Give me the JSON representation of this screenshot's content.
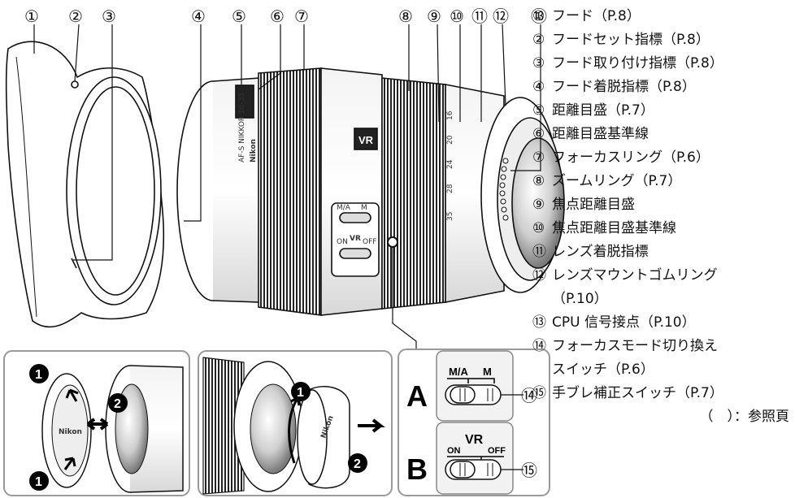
{
  "callouts": [
    "①",
    "②",
    "③",
    "④",
    "⑤",
    "⑥",
    "⑦",
    "⑧",
    "⑨",
    "⑩",
    "⑪",
    "⑫",
    "⑬"
  ],
  "legend": [
    {
      "num": "①",
      "text": "フード（P.8）"
    },
    {
      "num": "②",
      "text": "フードセット指標（P.8）"
    },
    {
      "num": "③",
      "text": "フード取り付け指標（P.8）"
    },
    {
      "num": "④",
      "text": "フード着脱指標（P.8）"
    },
    {
      "num": "⑤",
      "text": "距離目盛（P.7）"
    },
    {
      "num": "⑥",
      "text": "距離目盛基準線"
    },
    {
      "num": "⑦",
      "text": "フォーカスリング（P.6）"
    },
    {
      "num": "⑧",
      "text": "ズームリング（P.7）"
    },
    {
      "num": "⑨",
      "text": "焦点距離目盛"
    },
    {
      "num": "⑩",
      "text": "焦点距離目盛基準線"
    },
    {
      "num": "⑪",
      "text": "レンズ着脱指標"
    },
    {
      "num": "⑫",
      "text": "レンズマウントゴムリング",
      "cont": "（P.10）"
    },
    {
      "num": "⑬",
      "text": "CPU 信号接点（P.10）"
    },
    {
      "num": "⑭",
      "text": "フォーカスモード切り換え",
      "cont": "スイッチ（P.6）"
    },
    {
      "num": "⑮",
      "text": "手ブレ補正スイッチ（P.7）"
    }
  ],
  "reference_note": "（　）：参照頁",
  "switch_panel": {
    "label_a": "A",
    "label_b": "B",
    "focus_left": "M/A",
    "focus_right": "M",
    "vr_title": "VR",
    "vr_on": "ON",
    "vr_off": "OFF",
    "callout_a": "⑭",
    "callout_b": "⑮"
  },
  "steps": {
    "one": "1",
    "two": "2"
  },
  "lens_text": {
    "vr_badge": "VR",
    "brand": "Nikon",
    "model": "AF-S NIKKOR 16-35",
    "cap_brand": "Nikon",
    "barrel_switch_ma": "M/A",
    "barrel_switch_m": "M",
    "barrel_vr": "VR",
    "barrel_on": "ON",
    "barrel_off": "OFF",
    "zoom_scale": [
      "16",
      "20",
      "24",
      "28",
      "35"
    ]
  }
}
